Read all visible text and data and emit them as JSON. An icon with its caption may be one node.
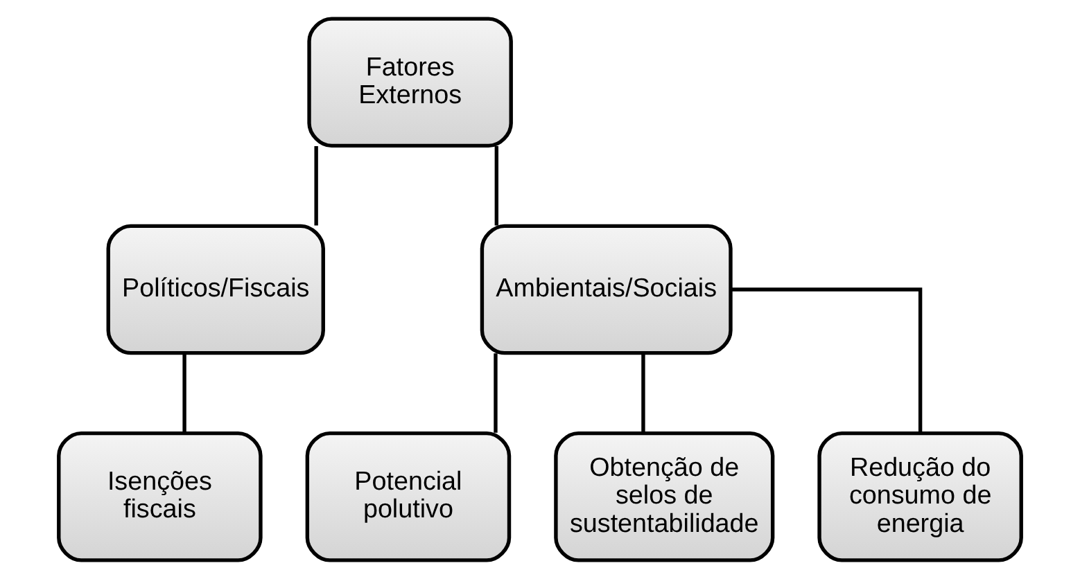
{
  "diagram": {
    "nodes": [
      {
        "text": [
          "Fatores Externos"
        ]
      },
      {
        "text": [
          "Políticos/Fiscais"
        ]
      },
      {
        "text": [
          "Ambientais/Sociais"
        ]
      },
      {
        "text": [
          "Isenções fiscais"
        ]
      },
      {
        "text": [
          "Potencial polutivo"
        ]
      },
      {
        "text": [
          "Obtenção de selos de sustentabilidade"
        ]
      },
      {
        "text": [
          "Redução do consumo de energia"
        ]
      }
    ],
    "edges": [
      {
        "from": 0,
        "to": 1,
        "arrow": "none"
      },
      {
        "from": 0,
        "to": 2,
        "arrow": "none"
      },
      {
        "from": 1,
        "to": 3,
        "arrow": "none"
      },
      {
        "from": 2,
        "to": 4,
        "arrow": "none"
      },
      {
        "from": 2,
        "to": 5,
        "arrow": "none"
      },
      {
        "from": 2,
        "to": 6,
        "arrow": "none"
      }
    ]
  }
}
